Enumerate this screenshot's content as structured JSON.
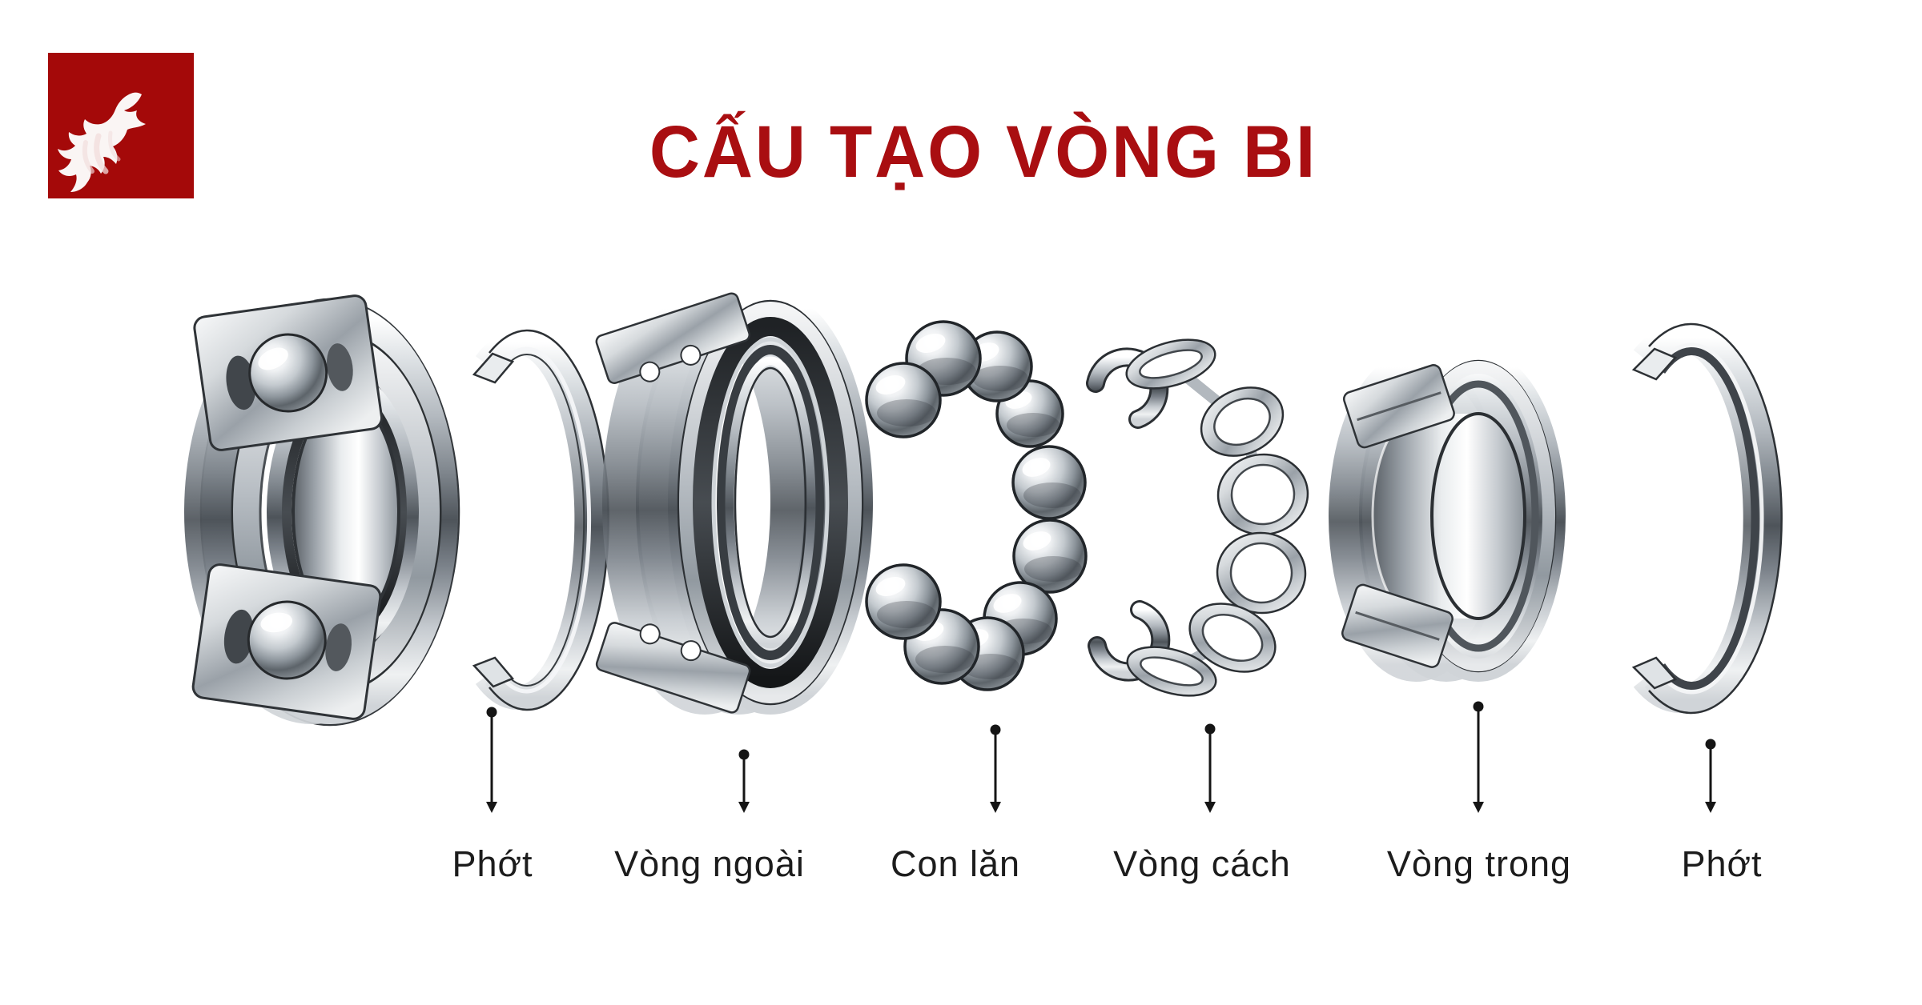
{
  "page": {
    "background": "#ffffff"
  },
  "logo": {
    "icon": "wolf-howling-icon",
    "background_color": "#A40909",
    "icon_color": "#FAF5F4"
  },
  "header": {
    "title": "CẤU TẠO VÒNG BI",
    "title_color": "#A90E11"
  },
  "diagram": {
    "subject": "exploded-ball-bearing-illustration",
    "metal_light": "#f4f6f7",
    "metal_dark": "#3a3e42",
    "arrow_color": "#151515",
    "label_color": "#1c1c1c",
    "components": [
      {
        "label": "Phớt"
      },
      {
        "label": "Vòng ngoài"
      },
      {
        "label": "Con lăn"
      },
      {
        "label": "Vòng cách"
      },
      {
        "label": "Vòng trong"
      },
      {
        "label": "Phớt"
      }
    ]
  }
}
